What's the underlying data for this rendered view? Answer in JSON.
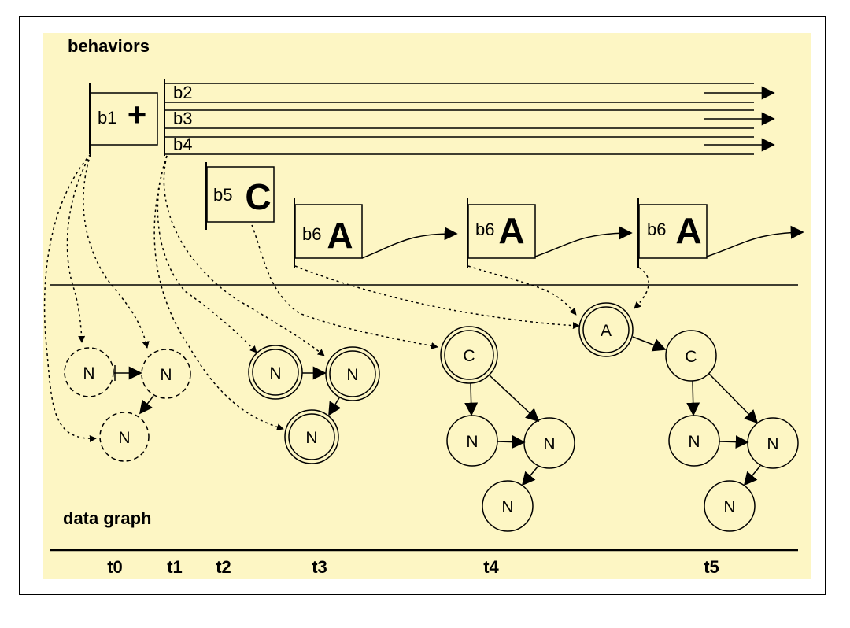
{
  "colors": {
    "panel": "#fdf6c4",
    "ink": "#000000"
  },
  "section_labels": {
    "behaviors": "behaviors",
    "data_graph": "data graph"
  },
  "behaviors": {
    "b1": {
      "name": "b1",
      "symbol": "+"
    },
    "b2": {
      "name": "b2"
    },
    "b3": {
      "name": "b3"
    },
    "b4": {
      "name": "b4"
    },
    "b5": {
      "name": "b5",
      "symbol": "C"
    },
    "b6": {
      "name": "b6",
      "symbol": "A"
    }
  },
  "nodes": {
    "n": "N",
    "c": "C",
    "a": "A"
  },
  "timeline": [
    "t0",
    "t1",
    "t2",
    "t3",
    "t4",
    "t5"
  ]
}
